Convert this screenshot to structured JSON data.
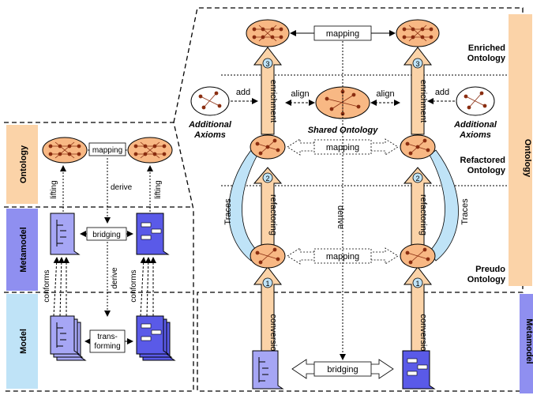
{
  "left": {
    "bands": {
      "ontology": "Ontology",
      "metamodel": "Metamodel",
      "model": "Model"
    },
    "mapping": "mapping",
    "bridging": "bridging",
    "transforming_1": "trans-",
    "transforming_2": "forming",
    "lifting": "lifting",
    "derive": "derive",
    "conforms": "conforms"
  },
  "right": {
    "enriched_1": "Enriched",
    "enriched_2": "Ontology",
    "refactored_1": "Refactored",
    "refactored_2": "Ontology",
    "preudo_1": "Preudo",
    "preudo_2": "Ontology",
    "mapping_top": "mapping",
    "mapping_mid": "mapping",
    "mapping_low": "mapping",
    "bridging": "bridging",
    "align": "align",
    "add": "add",
    "shared": "Shared Ontology",
    "additional_1": "Additional",
    "additional_2": "Axioms",
    "enrichment": "enrichment",
    "refactoring": "refactoring",
    "conversion": "conversion",
    "step1": "1",
    "step2": "2",
    "step3": "3",
    "traces": "Traces",
    "derive": "derive",
    "band_ontology": "Ontology",
    "band_metamodel": "Metamodel"
  }
}
